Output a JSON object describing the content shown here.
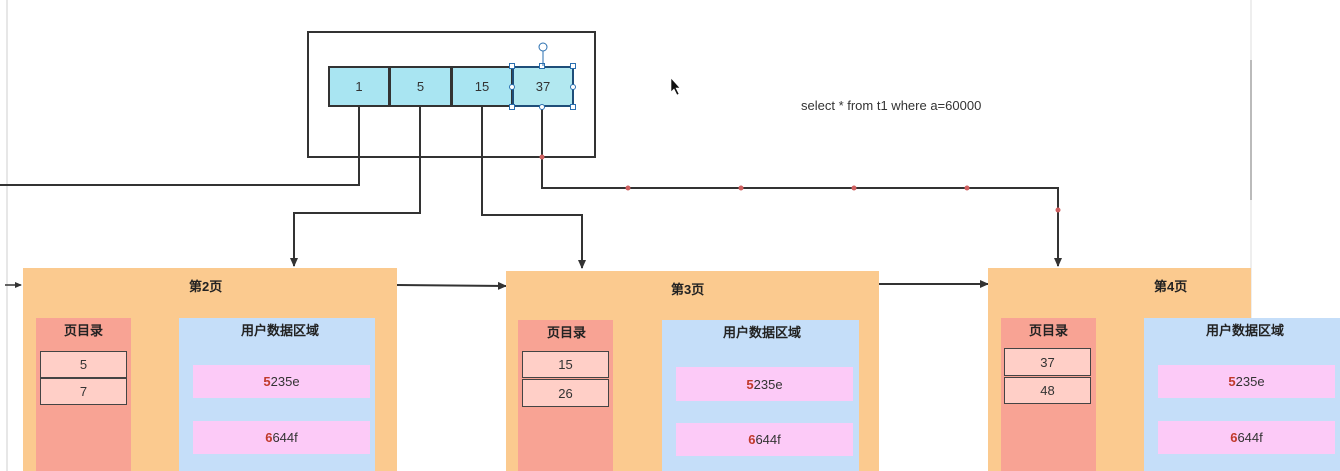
{
  "root_node": {
    "keys": [
      "1",
      "5",
      "15",
      "37"
    ],
    "selected_key_index": 3
  },
  "query": "select * from t1 where a=60000",
  "pages": [
    {
      "title": "第2页",
      "directory_title": "页目录",
      "directory": [
        "5",
        "7"
      ],
      "data_title": "用户数据区域",
      "records": [
        {
          "hl": "5",
          "rest": "235e"
        },
        {
          "hl": "6",
          "rest": "644f"
        }
      ]
    },
    {
      "title": "第3页",
      "directory_title": "页目录",
      "directory": [
        "15",
        "26"
      ],
      "data_title": "用户数据区域",
      "records": [
        {
          "hl": "5",
          "rest": "235e"
        },
        {
          "hl": "6",
          "rest": "644f"
        }
      ]
    },
    {
      "title": "第4页",
      "directory_title": "页目录",
      "directory": [
        "37",
        "48"
      ],
      "data_title": "用户数据区域",
      "records": [
        {
          "hl": "5",
          "rest": "235e"
        },
        {
          "hl": "6",
          "rest": "644f"
        }
      ]
    }
  ],
  "colors": {
    "key_fill": "#a9e5f2",
    "page_fill": "#fbca8f",
    "directory_fill": "#f8a394",
    "data_area_fill": "#c5def9",
    "record_fill": "#fccaf7",
    "highlight": "#c0392b"
  }
}
